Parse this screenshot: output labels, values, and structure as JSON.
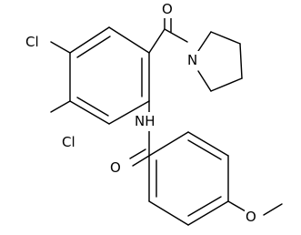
{
  "molecule": {
    "atoms": {
      "cl_top": "Cl",
      "cl_bottom": "Cl",
      "carbonyl_o_top": "O",
      "pyrrolidine_n": "N",
      "amide_nh": "NH",
      "amide_o": "O",
      "methoxy_o": "O"
    }
  }
}
